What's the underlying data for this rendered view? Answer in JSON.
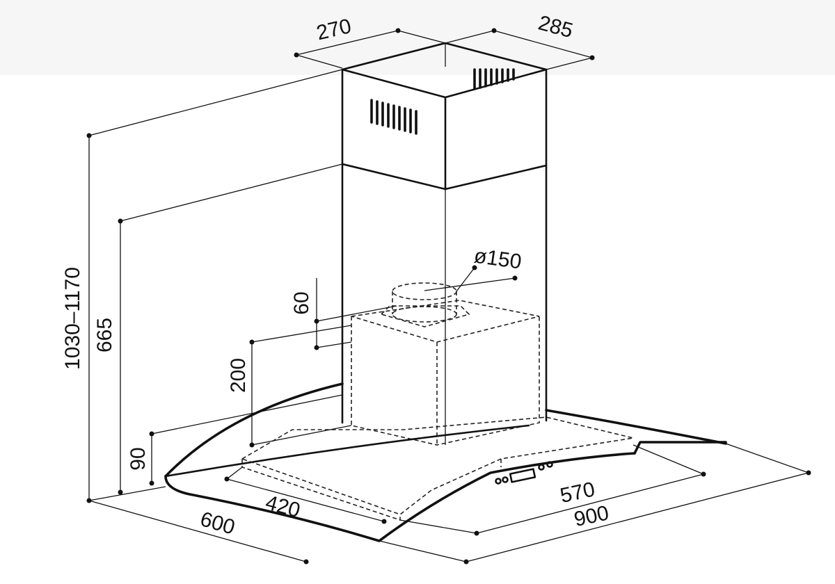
{
  "dimensions": {
    "chimney_width": "270",
    "chimney_depth": "285",
    "total_height": "1030–1170",
    "upper_height": "665",
    "duct_diameter": "ø150",
    "collar_height": "60",
    "motor_height": "200",
    "canopy_height": "90",
    "hood_depth": "600",
    "filter_depth": "420",
    "filter_width": "570",
    "hood_width": "900"
  },
  "colors": {
    "line": "#111111",
    "background": "#ffffff"
  }
}
